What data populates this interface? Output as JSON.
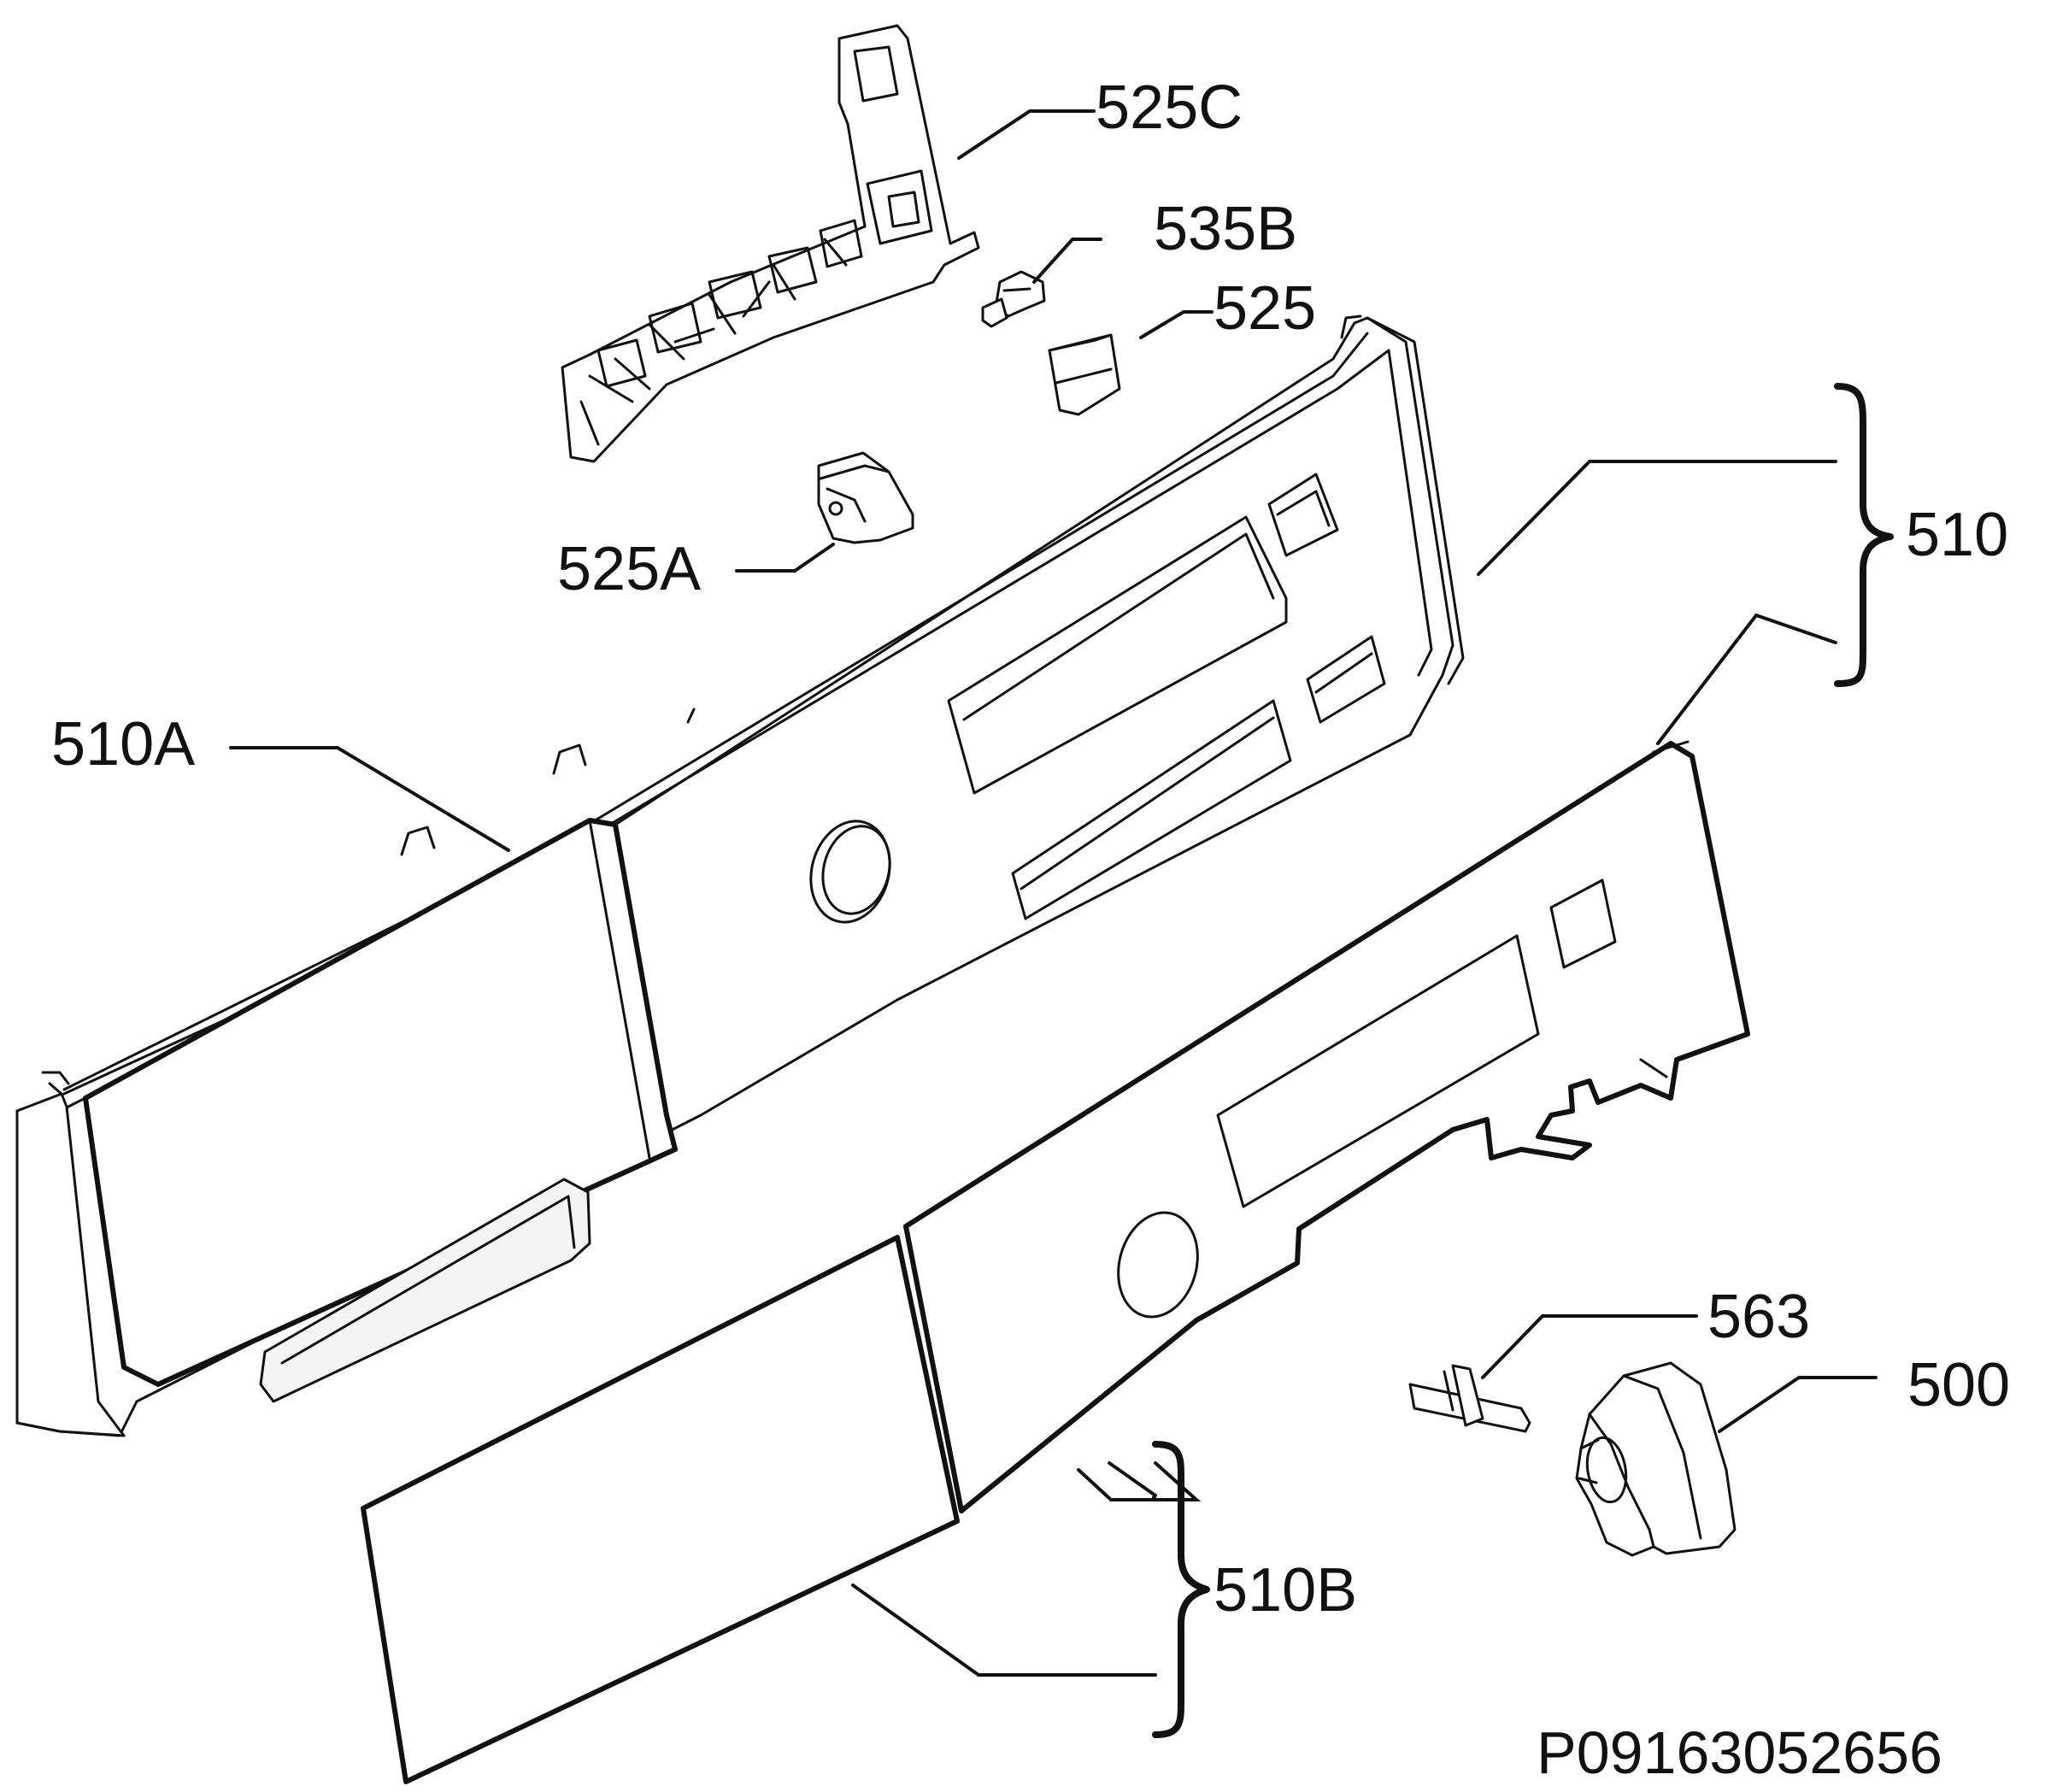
{
  "labels": {
    "l525c": "525C",
    "l535b": "535B",
    "l525": "525",
    "l525a": "525A",
    "l510": "510",
    "l510a": "510A",
    "l563": "563",
    "l500": "500",
    "l510b": "510B"
  },
  "drawing_code": "P09163052656"
}
